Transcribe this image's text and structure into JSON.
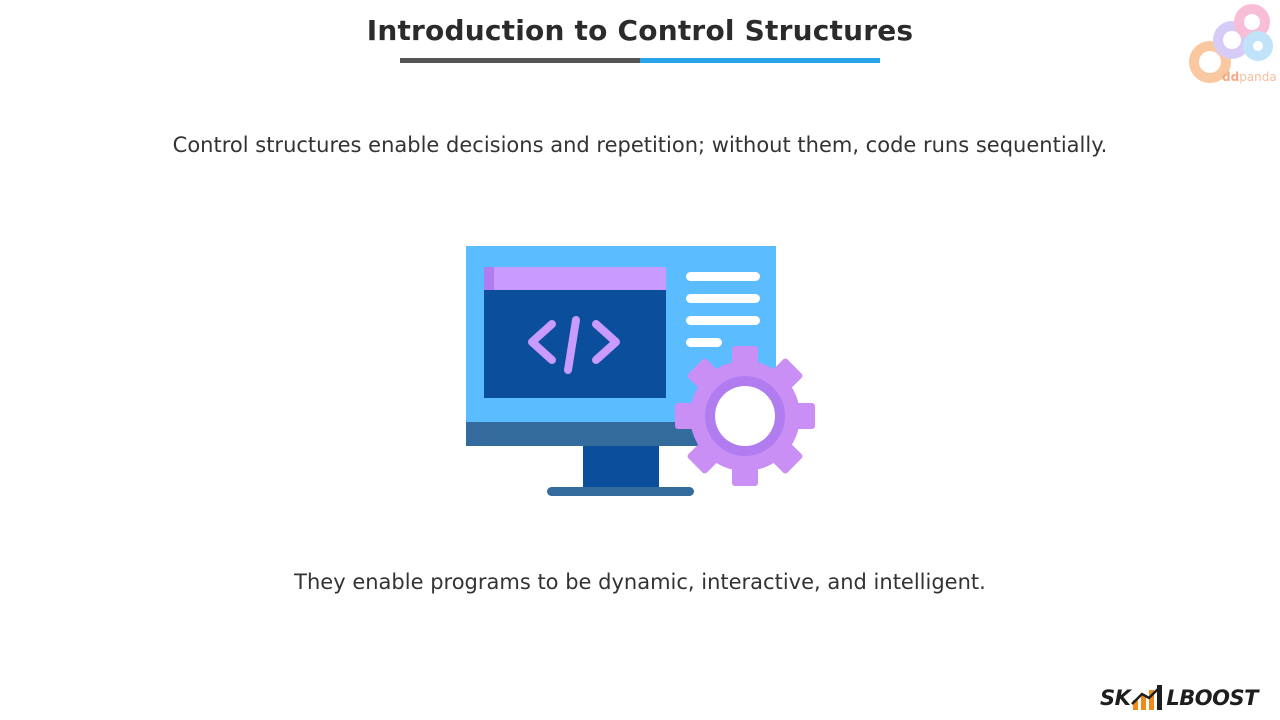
{
  "slide": {
    "title": "Introduction to Control Structures",
    "subtitle": "Control structures enable decisions and repetition; without them, code runs sequentially.",
    "footer_text": "They enable programs to be dynamic, interactive, and intelligent."
  },
  "icons": {
    "illustration": "computer-code-gear-icon",
    "watermark": "ddpanda-logo",
    "brand": "skillboost-logo"
  },
  "watermark": {
    "prefix": "dd",
    "suffix": "panda"
  },
  "brand": {
    "part1": "SK",
    "part2": "LBOOST"
  },
  "colors": {
    "title_underline_dark": "#555555",
    "title_underline_accent": "#29a3e8",
    "monitor_screen": "#5bbcff",
    "monitor_base": "#336b9c",
    "code_panel": "#0b4f9c",
    "code_accent": "#c99bff",
    "gear": "#c98ff5",
    "brand_orange": "#f28a1a"
  }
}
